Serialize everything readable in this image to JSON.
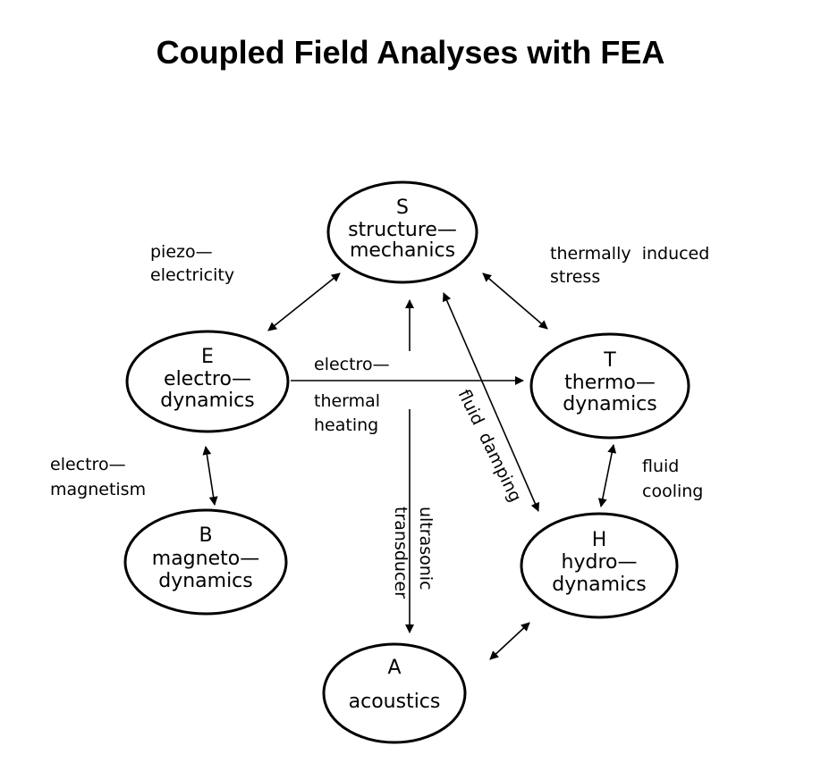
{
  "title": "Coupled Field Analyses with FEA",
  "nodes": {
    "S": {
      "letter": "S",
      "line1": "structure—",
      "line2": "mechanics"
    },
    "E": {
      "letter": "E",
      "line1": "electro—",
      "line2": "dynamics"
    },
    "T": {
      "letter": "T",
      "line1": "thermo—",
      "line2": "dynamics"
    },
    "B": {
      "letter": "B",
      "line1": "magneto—",
      "line2": "dynamics"
    },
    "H": {
      "letter": "H",
      "line1": "hydro—",
      "line2": "dynamics"
    },
    "A": {
      "letter": "A",
      "line1": "acoustics"
    }
  },
  "couplings": {
    "piezo": {
      "line1": "piezo—",
      "line2": "electricity"
    },
    "thermal_stress": {
      "line1": "thermally  induced",
      "line2": "stress"
    },
    "electrothermal": {
      "line1": "electro—",
      "line2": "thermal",
      "line3": "heating"
    },
    "fluid_damping": {
      "text": "fluid  damping"
    },
    "electromagnetism": {
      "line1": "electro—",
      "line2": "magnetism"
    },
    "fluid_cooling": {
      "line1": "fluid",
      "line2": "cooling"
    },
    "ultrasonic": {
      "line1": "ultrasonic",
      "line2": "transducer"
    }
  },
  "colors": {
    "ink": "#000000",
    "background": "#ffffff"
  }
}
